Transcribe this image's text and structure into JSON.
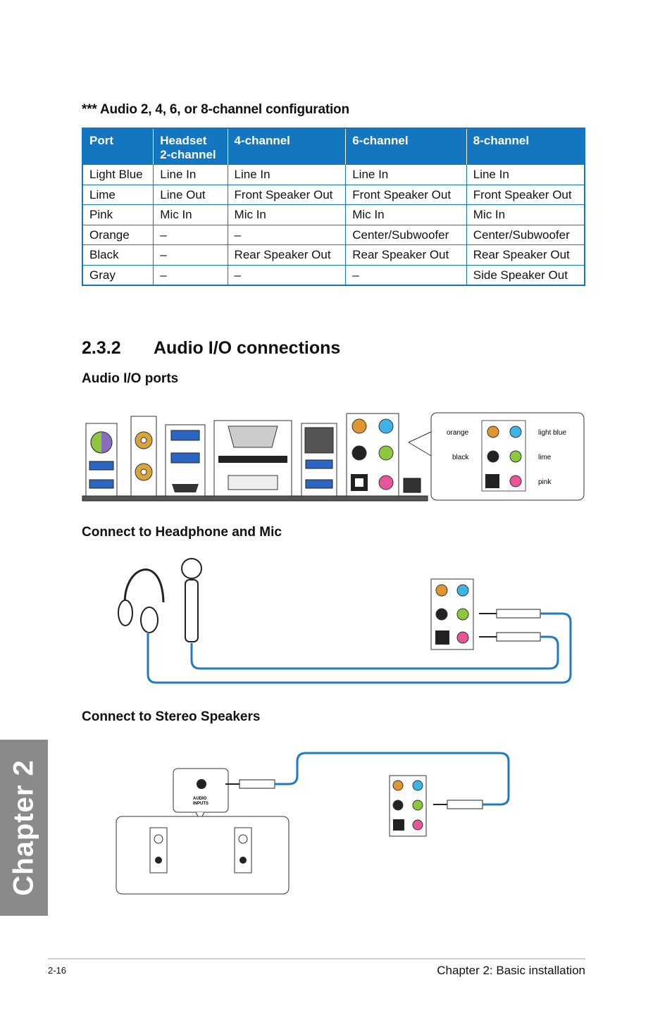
{
  "config_heading": "*** Audio 2, 4, 6, or 8-channel configuration",
  "table": {
    "headers": [
      "Port",
      "Headset\n2-channel",
      "4-channel",
      "6-channel",
      "8-channel"
    ],
    "rows": [
      [
        "Light Blue",
        "Line In",
        "Line In",
        "Line In",
        "Line In"
      ],
      [
        "Lime",
        "Line Out",
        "Front Speaker Out",
        "Front Speaker Out",
        "Front Speaker Out"
      ],
      [
        "Pink",
        "Mic In",
        "Mic In",
        "Mic In",
        "Mic In"
      ],
      [
        "Orange",
        "–",
        "–",
        "Center/Subwoofer",
        "Center/Subwoofer"
      ],
      [
        "Black",
        "–",
        "Rear Speaker Out",
        "Rear Speaker Out",
        "Rear Speaker Out"
      ],
      [
        "Gray",
        "–",
        "–",
        "–",
        "Side Speaker Out"
      ]
    ]
  },
  "section": {
    "number": "2.3.2",
    "title": "Audio I/O connections"
  },
  "subheadings": {
    "ports": "Audio I/O ports",
    "headphone": "Connect to Headphone and Mic",
    "speakers": "Connect to Stereo Speakers"
  },
  "port_callout": {
    "orange": "orange",
    "black": "black",
    "light_blue": "light blue",
    "lime": "lime",
    "pink": "pink"
  },
  "speaker_box_label": [
    "AUDIO",
    "INPUTS"
  ],
  "colors": {
    "table_header": "#1277c0",
    "cable": "#1f7ac4",
    "jack_orange": "#e0962e",
    "jack_blue": "#3cb4e6",
    "jack_black": "#222222",
    "jack_lime": "#8dc63f",
    "jack_pink": "#e8559a",
    "sidebar": "#8a8a8c"
  },
  "sidebar": {
    "label": "Chapter 2"
  },
  "footer": {
    "page": "2-16",
    "chapter": "Chapter 2: Basic installation"
  }
}
